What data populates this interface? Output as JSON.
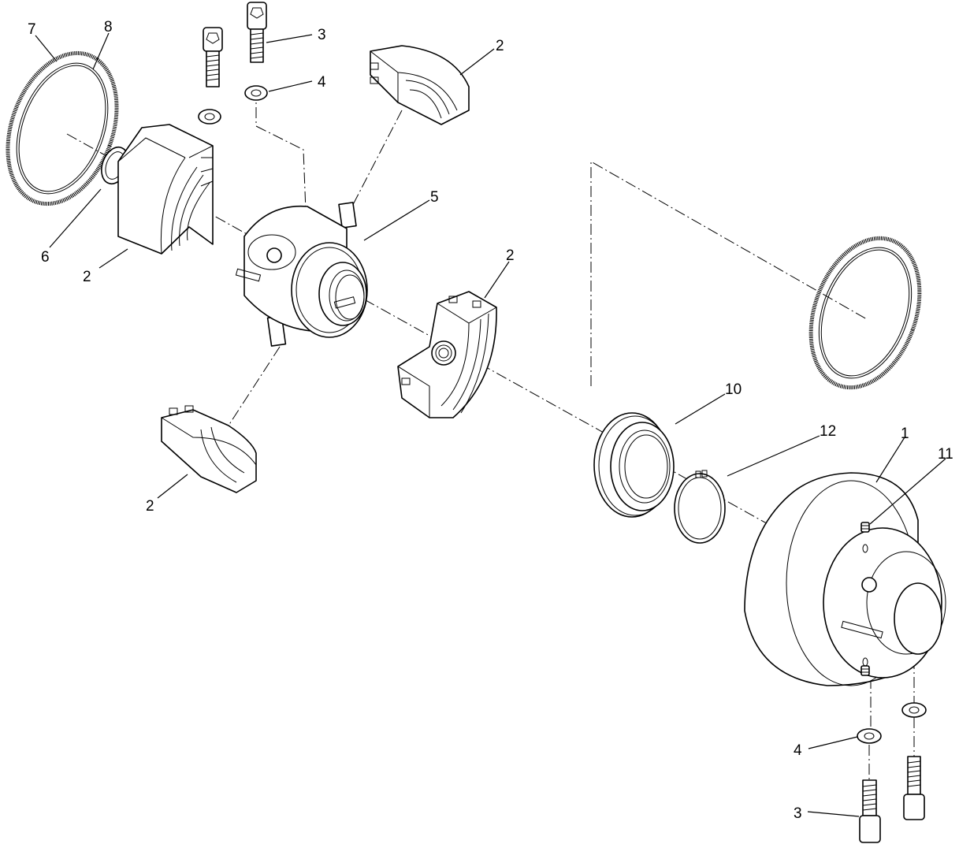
{
  "diagram": {
    "callouts": [
      {
        "id": "c7",
        "text": "7"
      },
      {
        "id": "c8",
        "text": "8"
      },
      {
        "id": "c3a",
        "text": "3"
      },
      {
        "id": "c4a",
        "text": "4"
      },
      {
        "id": "c2a",
        "text": "2"
      },
      {
        "id": "c5",
        "text": "5"
      },
      {
        "id": "c6",
        "text": "6"
      },
      {
        "id": "c2b",
        "text": "2"
      },
      {
        "id": "c2c",
        "text": "2"
      },
      {
        "id": "c10",
        "text": "10"
      },
      {
        "id": "c12",
        "text": "12"
      },
      {
        "id": "c1",
        "text": "1"
      },
      {
        "id": "c11",
        "text": "11"
      },
      {
        "id": "c2d",
        "text": "2"
      },
      {
        "id": "c4b",
        "text": "4"
      },
      {
        "id": "c3b",
        "text": "3"
      }
    ]
  }
}
